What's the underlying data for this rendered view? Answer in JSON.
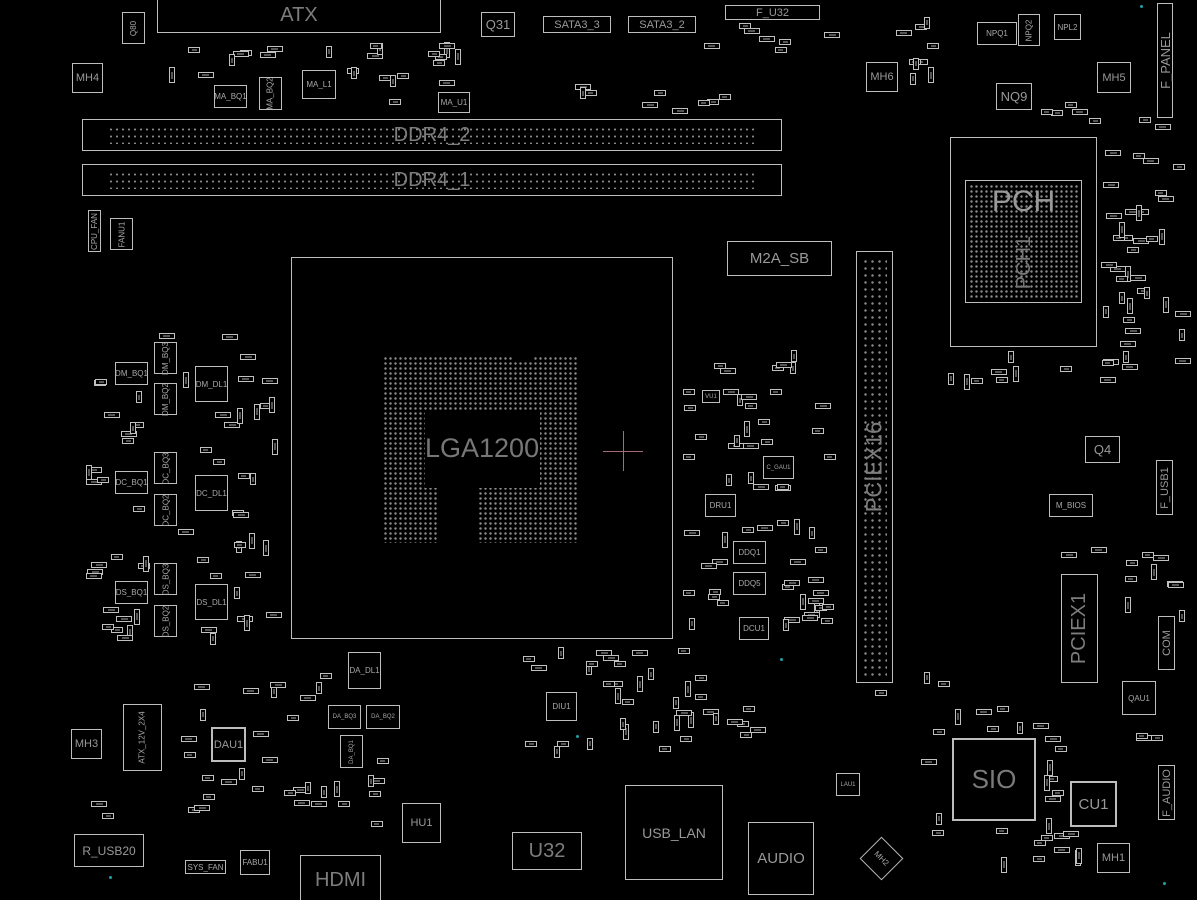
{
  "components": {
    "atx": "ATX",
    "q80": "Q80",
    "mh4": "MH4",
    "ma_l1": "MA_L1",
    "ma_bq1": "MA_BQ1",
    "ma_bq2": "MA_BQ2",
    "ma_u1": "MA_U1",
    "ddr4_2": "DDR4_2",
    "ddr4_1": "DDR4_1",
    "q31": "Q31",
    "sata3_3": "SATA3_3",
    "sata3_2": "SATA3_2",
    "f_u32": "F_U32",
    "mh6": "MH6",
    "npq1": "NPQ1",
    "npq2": "NPQ2",
    "npl2": "NPL2",
    "nq9": "NQ9",
    "mh5": "MH5",
    "f_panel": "F_PANEL",
    "pch": "PCH",
    "pch1": "PCH1",
    "m2a_sb": "M2A_SB",
    "pciex16": "PCIEX16",
    "cpu_fan": "CPU_FAN",
    "fanu1": "FANU1",
    "lga1200": "LGA1200",
    "dm_bq1": "DM_BQ1",
    "dm_bq3": "DM_BQ3",
    "dm_bq2": "DM_BQ2",
    "dm_dl1": "DM_DL1",
    "dc_bq1": "DC_BQ1",
    "dc_bq3": "DC_BQ3",
    "dc_bq2": "DC_BQ2",
    "dc_dl1": "DC_DL1",
    "ds_bq1": "DS_BQ1",
    "ds_bq3": "DS_BQ3",
    "ds_bq2": "DS_BQ2",
    "ds_dl1": "DS_DL1",
    "vu1": "VU1",
    "c_gau1": "C_GAU1",
    "dru1": "DRU1",
    "ddq1": "DDQ1",
    "ddq5": "DDQ5",
    "dcu1": "DCU1",
    "q4": "Q4",
    "m_bios": "M_BIOS",
    "f_usb1": "F_USB1",
    "pciex1": "PCIEX1",
    "com": "COM",
    "qau1": "QAU1",
    "sio": "SIO",
    "cu1": "CU1",
    "f_audio": "F_AUDIO",
    "mh1": "MH1",
    "mh2": "MH2",
    "audio": "AUDIO",
    "usb_lan": "USB_LAN",
    "lau1": "LAU1",
    "u32": "U32",
    "diu1": "DIU1",
    "hu1": "HU1",
    "hdmi": "HDMI",
    "fabu1": "FABU1",
    "sys_fan": "SYS_FAN",
    "r_usb20": "R_USB20",
    "mh3": "MH3",
    "atx_12v_2x4": "ATX_12V_2X4",
    "dau1": "DAU1",
    "da_dl1": "DA_DL1",
    "da_bq3": "DA_BQ3",
    "da_bq2": "DA_BQ2",
    "da_bq1": "DA_BQ1"
  },
  "colors": {
    "background": "#000000",
    "outline": "#bdbdbd",
    "label": "#8a8a8a",
    "cursor": "#a86a78",
    "marker": "#1fa0a8"
  }
}
